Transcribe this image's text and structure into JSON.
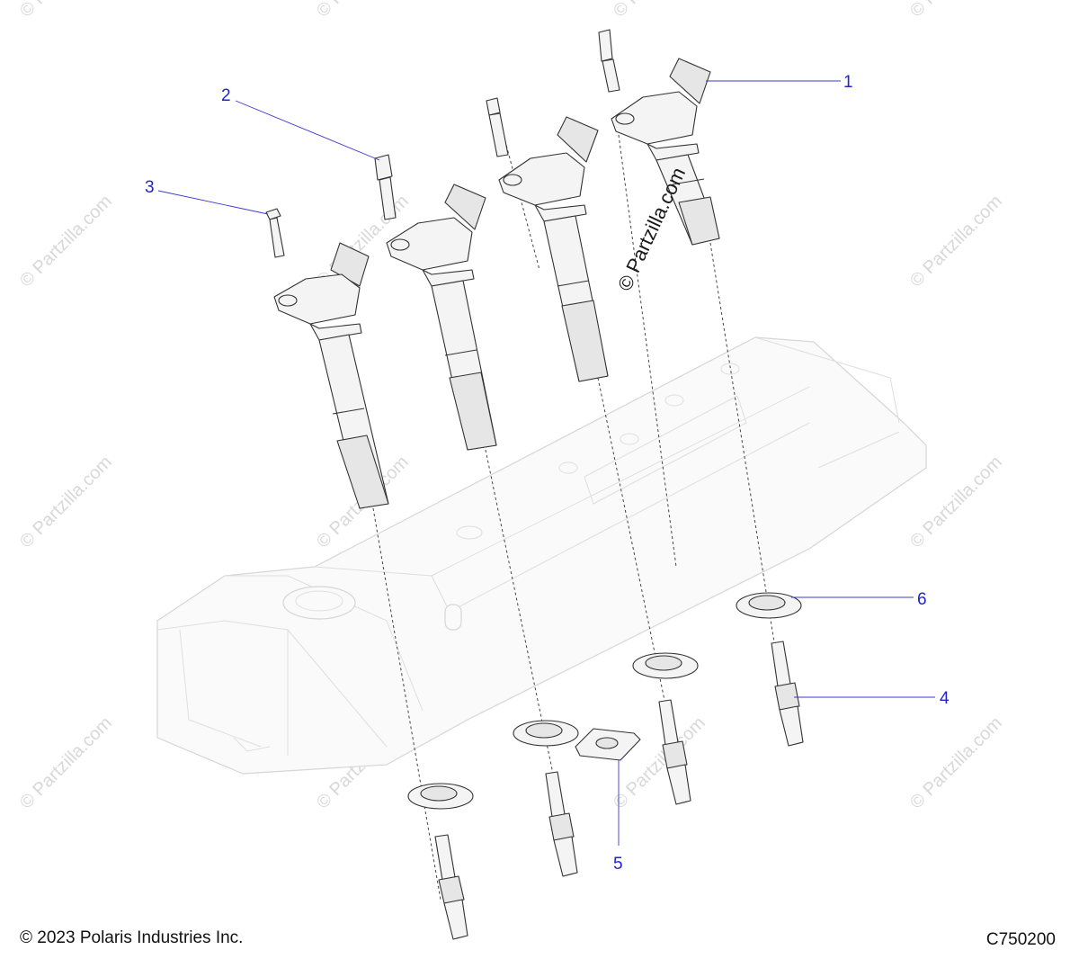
{
  "callouts": [
    "1",
    "2",
    "3",
    "4",
    "5",
    "6"
  ],
  "copyright_overlay": "© Partzilla.com",
  "watermark": "© Partzilla.com",
  "footer": {
    "copyright": "© 2023 Polaris Industries Inc.",
    "code": "C750200"
  },
  "colors": {
    "callout": "#2323c8",
    "line_art": "#333333",
    "ghost_cover": "#d6d6d6",
    "watermark": "#d8d8d8"
  }
}
